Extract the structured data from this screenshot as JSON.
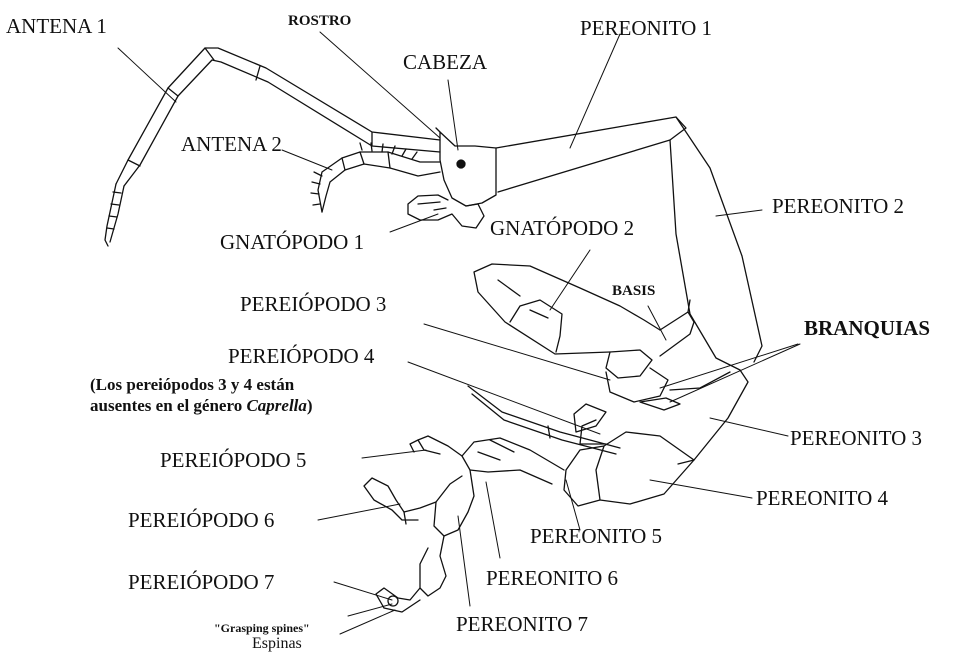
{
  "labels": {
    "antena1": "ANTENA 1",
    "rostro": "ROSTRO",
    "cabeza": "CABEZA",
    "antena2": "ANTENA 2",
    "gnatopodo1": "GNATÓPODO 1",
    "gnatopodo2": "GNATÓPODO 2",
    "pereonito1": "PEREONITO 1",
    "pereonito2": "PEREONITO 2",
    "pereonito3": "PEREONITO 3",
    "pereonito4": "PEREONITO 4",
    "pereonito5": "PEREONITO 5",
    "pereonito6": "PEREONITO 6",
    "pereonito7": "PEREONITO 7",
    "basis": "BASIS",
    "branquias": "BRANQUIAS",
    "pereiopodo3": "PEREIÓPODO 3",
    "pereiopodo4": "PEREIÓPODO 4",
    "pereiopodo5": "PEREIÓPODO 5",
    "pereiopodo6": "PEREIÓPODO 6",
    "pereiopodo7": "PEREIÓPODO 7",
    "grasping": "\"Grasping spines\"",
    "espinas": "Espinas"
  },
  "note": {
    "line1": "(Los pereiópodos 3 y 4 están",
    "line2a": "ausentes en el género ",
    "genus": "Caprella",
    "line2b": ")"
  },
  "colors": {
    "ink": "#111111",
    "background": "#ffffff"
  }
}
